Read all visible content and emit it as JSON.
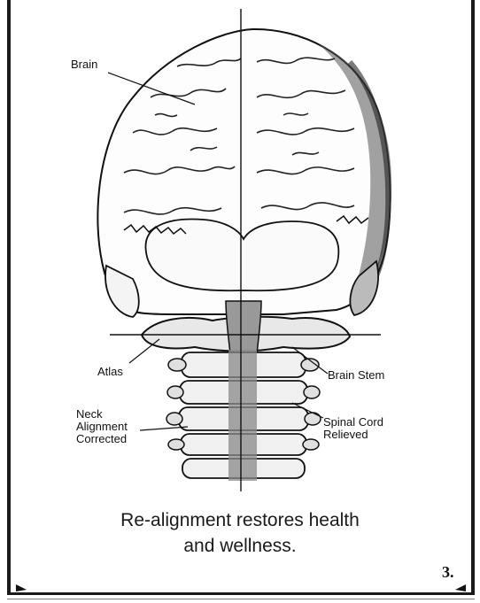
{
  "labels": {
    "brain": "Brain",
    "atlas": "Atlas",
    "brain_stem": "Brain Stem",
    "neck_line1": "Neck",
    "neck_line2": "Alignment",
    "neck_line3": "Corrected",
    "spinal_line1": "Spinal Cord",
    "spinal_line2": "Relieved"
  },
  "caption": {
    "line1": "Re-alignment restores health",
    "line2": "and wellness."
  },
  "page_number": "3."
}
